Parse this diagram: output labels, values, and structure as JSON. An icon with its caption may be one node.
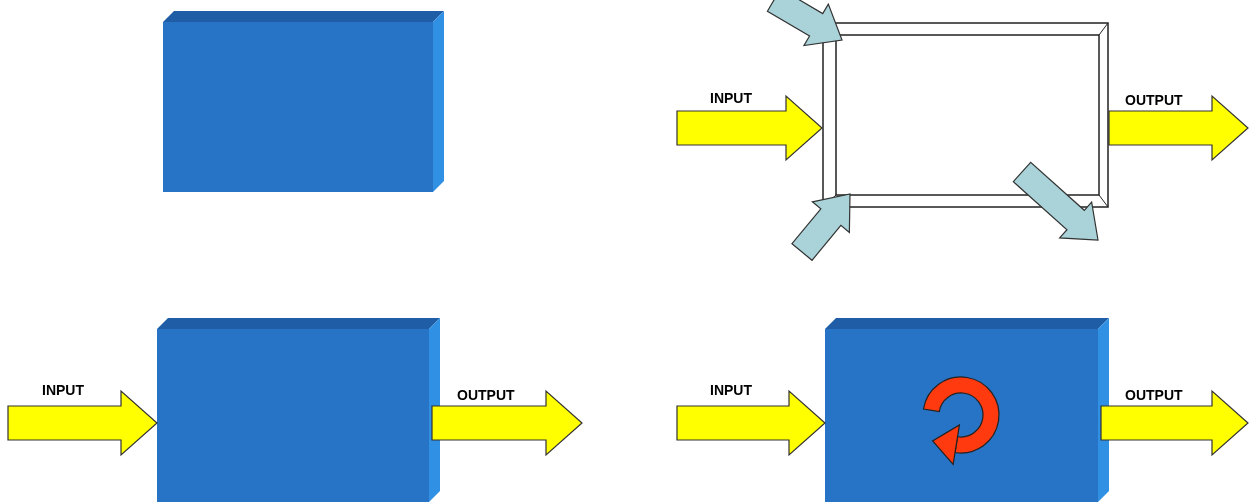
{
  "diagram": {
    "nodes": [
      {
        "text": [],
        "shape": "box"
      },
      {
        "text": [],
        "shape": "box"
      },
      {
        "text": [],
        "shape": "box"
      },
      {
        "text": [],
        "shape": "box"
      }
    ],
    "edges": [
      {
        "from": null,
        "to": 1,
        "arrow": "to",
        "label": "INPUT"
      },
      {
        "from": 1,
        "to": null,
        "arrow": "to",
        "label": "OUTPUT"
      },
      {
        "from": null,
        "to": 1,
        "arrow": "to",
        "color": "#a9d3d9"
      },
      {
        "from": null,
        "to": 1,
        "arrow": "to",
        "color": "#a9d3d9"
      },
      {
        "from": 1,
        "to": null,
        "arrow": "to",
        "color": "#a9d3d9"
      },
      {
        "from": null,
        "to": 2,
        "arrow": "to",
        "label": "INPUT"
      },
      {
        "from": 2,
        "to": null,
        "arrow": "to",
        "label": "OUTPUT"
      },
      {
        "from": null,
        "to": 3,
        "arrow": "to",
        "label": "INPUT"
      },
      {
        "from": 3,
        "to": null,
        "arrow": "to",
        "label": "OUTPUT"
      }
    ]
  }
}
